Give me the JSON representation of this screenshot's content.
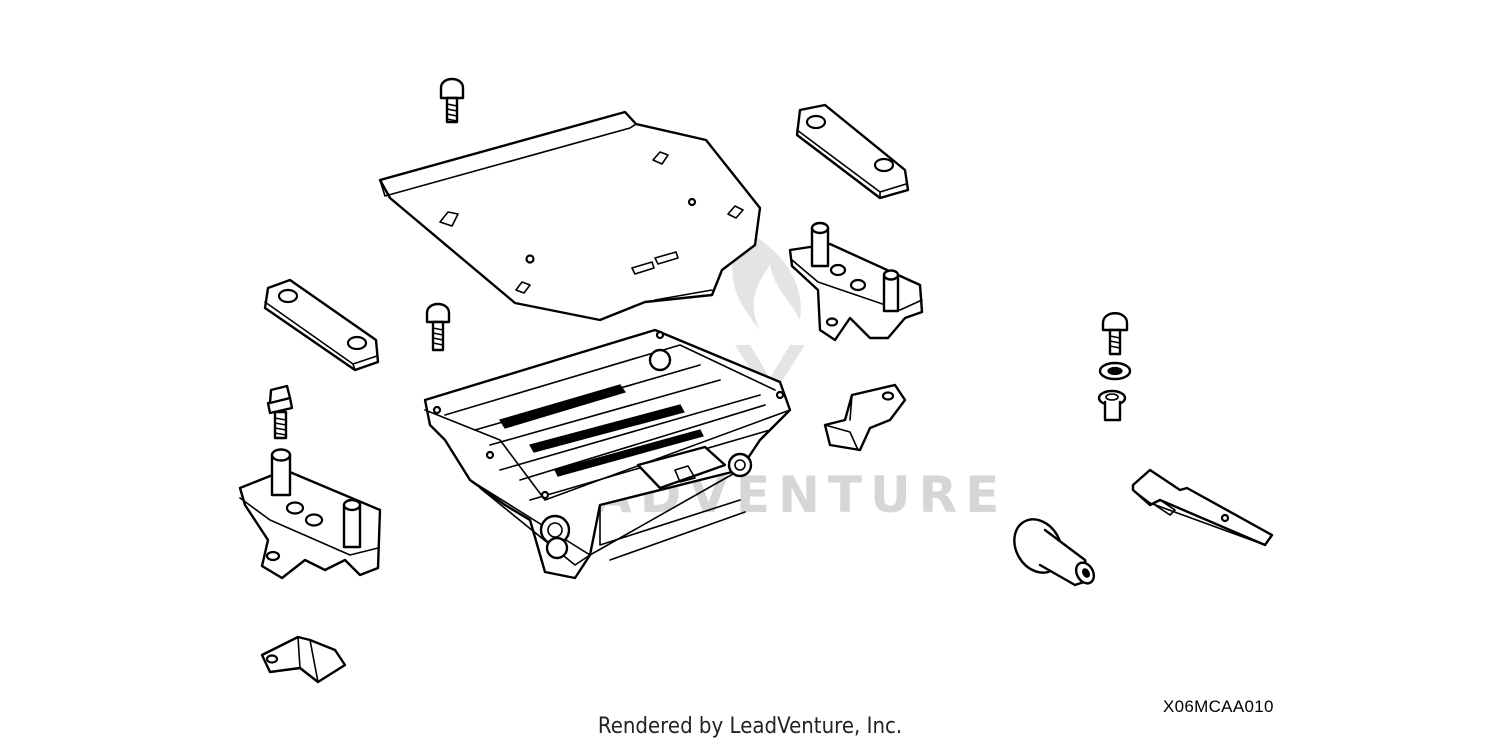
{
  "diagram": {
    "code": "X06MCAA010",
    "credit": "Rendered by LeadVenture, Inc.",
    "watermark": "ADVENTURE",
    "colors": {
      "line": "#000000",
      "background": "#ffffff",
      "watermark": "#d6d6d6"
    }
  }
}
